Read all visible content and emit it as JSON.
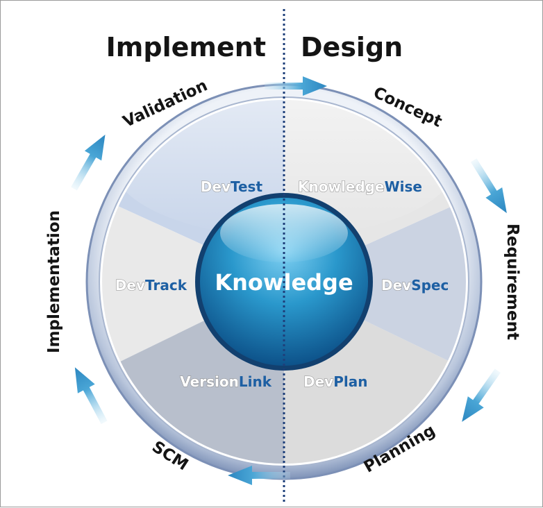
{
  "headers": {
    "left": "Implement",
    "right": "Design"
  },
  "center": {
    "label": "Knowledge"
  },
  "phases": {
    "concept": "Concept",
    "requirement": "Requirement",
    "planning": "Planning",
    "scm": "SCM",
    "implementation": "Implementation",
    "validation": "Validation"
  },
  "products": {
    "devtest": {
      "prefix": "Dev",
      "suffix": "Test"
    },
    "knowledgewise": {
      "prefix": "Knowledge",
      "suffix": "Wise"
    },
    "devspec": {
      "prefix": "Dev",
      "suffix": "Spec"
    },
    "devplan": {
      "prefix": "Dev",
      "suffix": "Plan"
    },
    "versionlink": {
      "prefix": "Version",
      "suffix": "Link"
    },
    "devtrack": {
      "prefix": "Dev",
      "suffix": "Track"
    }
  },
  "colors": {
    "arrow": "#3f97c9",
    "core": "#1c7fb6",
    "ring": "#8fa3c4",
    "product_accent": "#1d5fa3",
    "divider": "#1e3f7a"
  },
  "icons": {
    "flow_arrow": "arrow-icon"
  }
}
